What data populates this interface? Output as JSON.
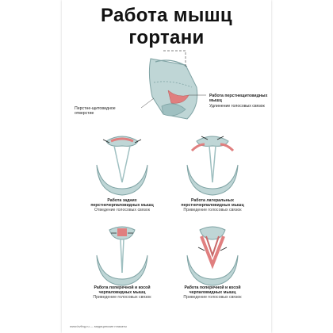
{
  "title": "Работа мышц гортани",
  "top_figure": {
    "label_right_bold": [
      "Работа перстнещитовидных",
      "мышц"
    ],
    "label_right_note": "Удлинение голосовых связок",
    "label_left": [
      "Перстне-щитовидное",
      "отверстие"
    ]
  },
  "panels": [
    {
      "bold": [
        "Работа задних",
        "перстнечерпаловидных мышц"
      ],
      "note": "Отведение голосовых связок"
    },
    {
      "bold": [
        "Работа латеральных",
        "перстнечерпаловидных мышц"
      ],
      "note": "Приведение голосовых связок"
    },
    {
      "bold": [
        "Работа поперечной и косой",
        "черпаловидных мышц"
      ],
      "note": "Приведение голосовых связок"
    },
    {
      "bold": [
        "Работа поперечной и косой",
        "черпаловидных мышц"
      ],
      "note": "Приведение голосовых связок"
    }
  ],
  "footer": "www.kvfing.ru — медицинские плакаты",
  "colors": {
    "cartilage": "#bfd6d6",
    "cartilage_dark": "#7fa3a4",
    "muscle": "#e07f7f",
    "arrow": "#222222"
  }
}
